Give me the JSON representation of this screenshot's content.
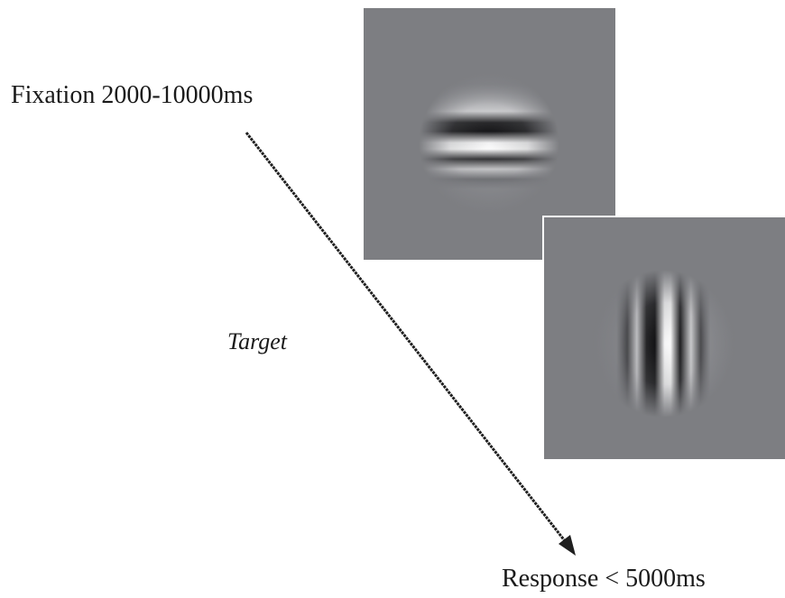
{
  "labels": {
    "fixation": "Fixation 2000-10000ms",
    "target": "Target",
    "response": "Response < 5000ms"
  },
  "stimuli": [
    {
      "orientation": "horizontal"
    },
    {
      "orientation": "vertical"
    }
  ],
  "colors": {
    "background": "#ffffff",
    "panel_gray": "#7d7e82",
    "text": "#1a1a1a",
    "arrow": "#1f1f1f"
  }
}
